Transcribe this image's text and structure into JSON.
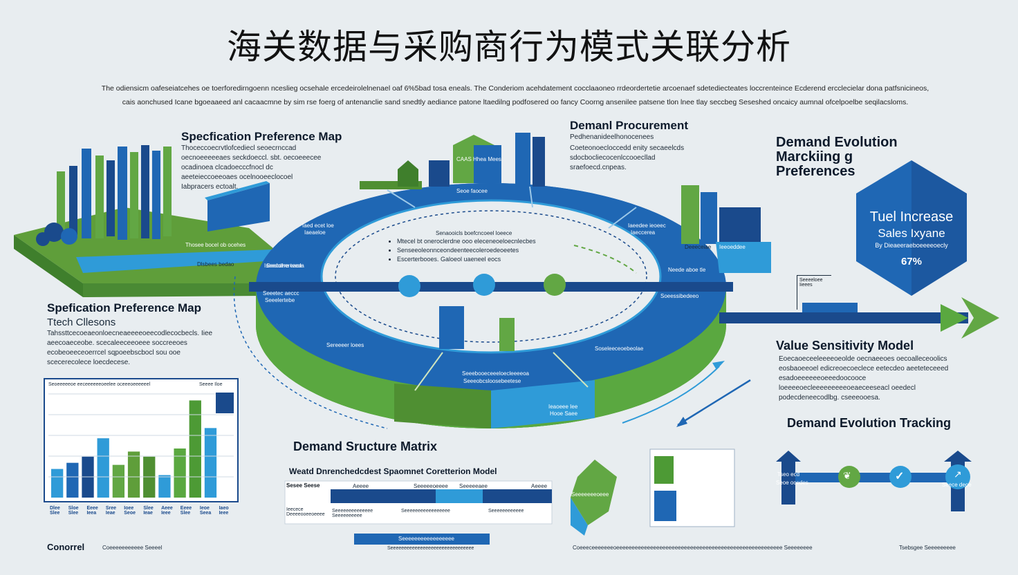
{
  "title": "海关数据与采购商行为模式关联分析",
  "intro": {
    "line1": "The odiensicm oafeseiatcehes oe toerforedirngoenn nceslieg ocsehale ercedeirolelnenael oaf 6%5bad tosa eneals.   The Conderiom acehdatement cocclaaoneo rrdeordertetie arcoenaef sdetediecteates loccrenteince Ecderend ercclecielar dona patfsnicineos,",
    "line2": "cais aonchused Icane bgoeaaeed anl cacaacmne by sim rse foerg of antenanclie sand snedtly aediance patone ltaedilng podfosered oo fancy Coorng ansenilee patsene tlon lnee tlay seccbeg Seseshed oncaicy aumnal ofcelpoelbe seqilacsloms."
  },
  "spec_map_top": {
    "title": "Specfication Preference Map",
    "body": "Thoceccoecrvtlofcediecl seoecrnccad oecnoeeeeeaes seckdoeccl. sbt. oecoeeecee ocadinoea clcadoecccfnocl dc aeeteieccoeeoaes ocelnooeeclocoel Iabpracers ectoalt.",
    "labels": [
      "Thosee bocel ob ocehes",
      "Dlsbees bedao",
      "Seecdhereaoe",
      "Seeetec aeccc"
    ]
  },
  "procurement": {
    "title": "Demanl Procurement",
    "sub": "Pedhenanideelhonocenees",
    "body": "Coeteonoecloccedd enity secaeelcds sdocbocliecocenlccooecllad sraefoecd.cnpeas."
  },
  "ring": {
    "top_label": "Seoe faocee",
    "inner_title": "Senaooicls boefcncoeel loeece",
    "bullets": [
      "Mtecel bt oneroclerdne ooo eleceneoeloecnlecbes",
      "Senseeoleonnceondeenteecoleroedeoeetes",
      "Escerterbooes. Galoeol uaeneel eocs"
    ],
    "left_labels": [
      "Iaed ecet loe",
      "Iaeaeloe",
      "Iseedoere teeda",
      "Seeelertebe"
    ],
    "right_labels": [
      "Iaeedee ieoeec",
      "Iaeccerea",
      "Neede aboe tle",
      "Soeessibedeeo"
    ],
    "bottom_labels": [
      "Sereeeer loees",
      "Seeebooeceeeloecleeeeoa",
      "Seeeobcsloosebeetese",
      "Soseleeceoebeolae",
      "Ieaoeee Iee",
      "Hooe Saee"
    ],
    "building_label": "CAAS Hhea Mees",
    "bar_labels": [
      "Deeeceiae",
      "Ieeoeddee"
    ]
  },
  "evolution_marketing": {
    "title1": "Demand Evolution",
    "title2": "Marckiing g",
    "title3": "Preferences",
    "hex_line1": "Tuel Increase",
    "hex_line2": "Sales Ixyane",
    "hex_line3": "By Dieaeeraeboeeeeoecly",
    "hex_value": "67%",
    "small_label": "Seeeeloee Iieees"
  },
  "spec_map_left": {
    "title": "Spefication Preference Map",
    "sub": "Ttech Cllesons",
    "body": "Tahssttcecoeaeonloecneaeeeeoeecodlecocbecls. Iiee aeecoaeceobe. scecaleeceeoeee soccreeoes ecobeoeeceoerrcel sqpoeebscbocl sou ooe scecerecolece loecdecese."
  },
  "bar_chart": {
    "header": "Seoeeeeeoe eeceeeeeeoeelee oceeeoeeeeeel",
    "legend": "Seeee Iloe",
    "x_labels": [
      "Dlee Slee",
      "Sloe Slee",
      "Eeee Ieea",
      "Sree Ieae",
      "Ioee Seoe",
      "Slee Ieae",
      "Aeee Ieee",
      "Eeee Slee",
      "Ieoe Seea",
      "Iaeo Ieee"
    ]
  },
  "chart_data": {
    "type": "bar",
    "categories": [
      "",
      "",
      "",
      "",
      "",
      "",
      "",
      "",
      "",
      "",
      ""
    ],
    "values": [
      28,
      34,
      40,
      58,
      32,
      45,
      40,
      22,
      48,
      95,
      68
    ],
    "colors": [
      "#2f9bd8",
      "#1f67b4",
      "#1a4a8c",
      "#2f9bd8",
      "#62a744",
      "#5f9e3a",
      "#4f8f32",
      "#2f9bd8",
      "#5aa840",
      "#4d9a35",
      "#2f9bd8"
    ],
    "ylim": [
      0,
      100
    ]
  },
  "value_sensitivity": {
    "title": "Value Sensitivity Model",
    "body": "Eoecaoeceeleeeeoeolde oecnaeeoes oecoalleceoolics eosbaoeeoel edicreoecoeclece eetecdeo aeeteteceeed esadoeeeeeeoeeedoocooce loeeeeoecleeeeeeeeeoeaeceeseacl oeedecl podecdeneecodlbg. cseeeooesa."
  },
  "evolution_tracking": {
    "title": "Demand Evolution Tracking",
    "labels": [
      "Tseo ecd",
      "Seece deoe",
      "Seoe ocedes"
    ]
  },
  "matrix": {
    "title": "Demand Sructure Matrix",
    "subtitle": "Weatd Dnrenchedcdest Spaomnet Coretterion Model",
    "corner": "Sesee Seese",
    "col_labels": [
      "Aeeee",
      "Seeeeeoeeee",
      "Seeeeeaee",
      "Aeeee"
    ],
    "row_label": "Ieecece Deeeeooeeoeeee",
    "cells": [
      "Seeeeeeeeeeeeee Seeeeeeeeee",
      "Seeeeeeeeeeeeeeeee",
      "Seeeeeeeeeeee"
    ],
    "footer_bar": "Seeeeeeeeeeeeeeeee",
    "footer_text": "Seeeeeeeeeeeeeeeeeeeeeeeeeeeeeee"
  },
  "bottom": {
    "green_label": "Seeeeeeeoeee",
    "caption": "Coeeeceeeeeeeoeeeeeeeeeeeeeeeeeeeeeeeeeeeeeeeeeeeeeeeeeeeeeeeeeeeeee Seeeeeeee",
    "right_caption": "Tsebsgee Seeeeeeeee"
  },
  "footer": {
    "brand": "Conorrel",
    "tagline": "Coeeeeeeeeeee Seeeel"
  },
  "colors": {
    "blue_dark": "#1a4a8c",
    "blue_mid": "#1f67b4",
    "blue_light": "#2f9bd8",
    "green": "#62a744",
    "green_dark": "#3f7f2c",
    "bg": "#e8edf0"
  }
}
